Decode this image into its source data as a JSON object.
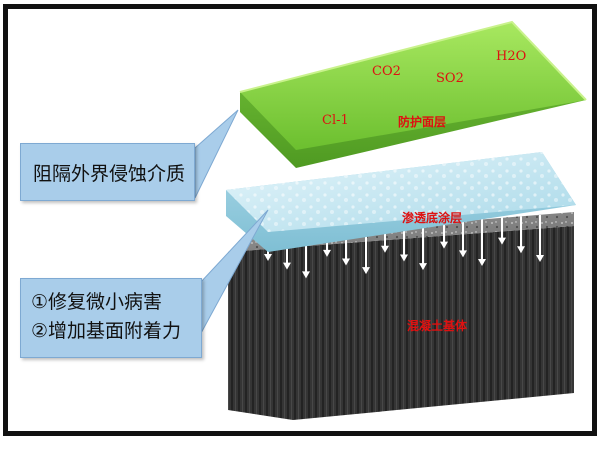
{
  "callouts": {
    "barrier": "阻隔外界侵蚀介质",
    "repair_line_1": "①修复微小病害",
    "repair_line_2": "②增加基面附着力"
  },
  "layers": {
    "top": "防护面层",
    "middle": "渗透底涂层",
    "base": "混凝土基体"
  },
  "agents": {
    "chloride": "Cl-1",
    "co2": "CO2",
    "so2": "SO2",
    "h2o": "H2O"
  },
  "colors": {
    "top_layer": "#8fd84a",
    "middle_layer": "#c6e6f0",
    "base_layer": "#3d3d3d",
    "callout_fill": "#a9cdea",
    "label_red": "#dd1111"
  }
}
